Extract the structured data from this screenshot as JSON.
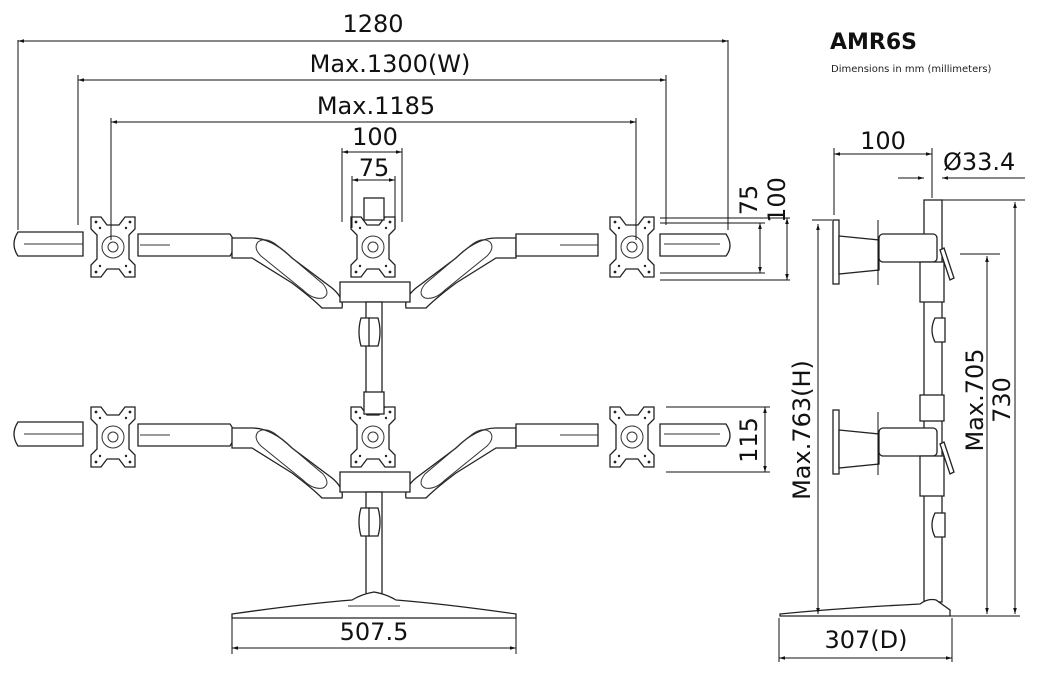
{
  "header": {
    "model": "AMR6S",
    "units_note": "Dimensions in mm (millimeters)"
  },
  "front_view": {
    "dimensions": {
      "overall_width": "1280",
      "max_width": "Max.1300(W)",
      "max_vesa_span": "Max.1185",
      "vesa_outer": "100",
      "vesa_inner": "75",
      "vesa_v_inner": "75",
      "vesa_v_outer": "100",
      "lower_plate_height": "115",
      "base_width": "507.5"
    }
  },
  "side_view": {
    "dimensions": {
      "arm_extension": "100",
      "pole_diameter": "Ø33.4",
      "max_height": "Max.763(H)",
      "max_mount_height": "Max.705",
      "pole_height": "730",
      "base_depth": "307(D)"
    }
  }
}
